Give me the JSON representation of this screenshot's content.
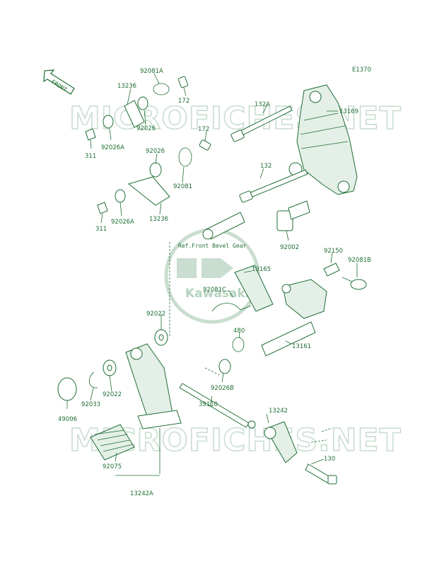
{
  "diagram_code": "E1370",
  "front_arrow_label": "FRONT",
  "watermark_text": "MICROFICHES.NET",
  "brand_name": "Kawasaki",
  "ref_note": "Ref.Front Bevel Gear",
  "colors": {
    "ink": "#1f6e34",
    "watermark": "#c9ddd0",
    "brand_mark": "#b6d3bf"
  },
  "labels": {
    "p92081A": "92081A",
    "p13236_top": "13236",
    "p92026_top": "92026",
    "p172_top": "172",
    "p311_top": "311",
    "p92026A_top": "92026A",
    "p172_mid": "172",
    "p92026_mid": "92026",
    "p92081": "92081",
    "p311_bot": "311",
    "p92026A_bot": "92026A",
    "p13236_bot": "13236",
    "p132A": "132A",
    "p13169": "13169",
    "p132": "132",
    "p92002": "92002",
    "p92150": "92150",
    "p92081B": "92081B",
    "p13165": "13165",
    "p92081C": "92081C",
    "p92022_top": "92022",
    "p480": "480",
    "p13161": "13161",
    "p92026B": "92026B",
    "p92022_bot": "92022",
    "p92033": "92033",
    "p49006": "49006",
    "p39110": "39110",
    "p13242": "13242",
    "p92075": "92075",
    "p130": "130",
    "p13242A": "13242A"
  }
}
